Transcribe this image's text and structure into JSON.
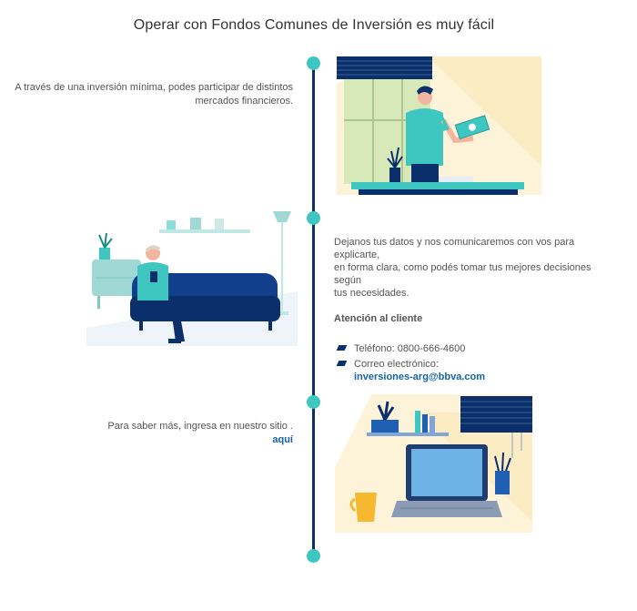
{
  "title": "Operar con Fondos Comunes de Inversión es muy fácil",
  "step1": {
    "line1": "A través de una inversión mínima, podes participar de distintos",
    "line2": "mercados financieros."
  },
  "step2": {
    "line1": "Dejanos tus datos y nos comunicaremos con vos para explicarte,",
    "line2": "en forma clara, como podés tomar tus mejores decisiones según",
    "line3": "tus necesidades.",
    "heading": "Atención al cliente",
    "phone": "Teléfono: 0800-666-4600",
    "email_label": "Correo electrónico:",
    "email": "inversiones-arg@bbva.com"
  },
  "step3": {
    "text": "Para saber más, ingresa en nuestro sitio .",
    "link": "aquí"
  },
  "colors": {
    "accent": "#3ec6c0",
    "navy": "#0b2f6b",
    "link": "#1464a5"
  }
}
